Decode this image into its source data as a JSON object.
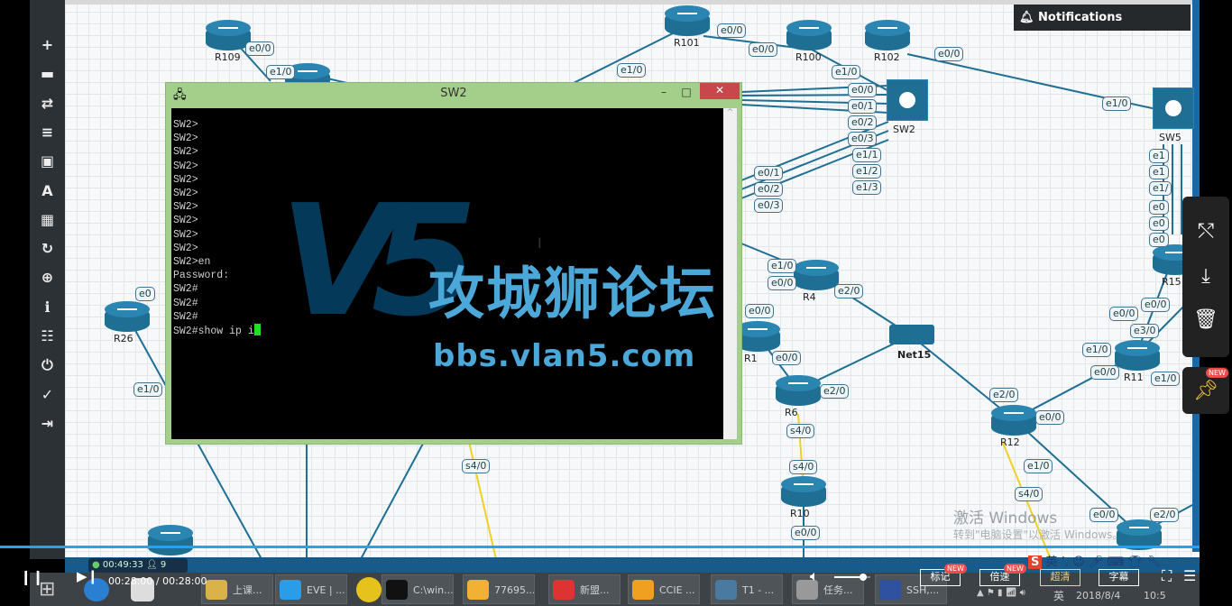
{
  "toolbar": {
    "icons": [
      "plus-icon",
      "server-icon",
      "transfer-icon",
      "list-icon",
      "image-icon",
      "text-icon",
      "grid-icon",
      "refresh-icon",
      "zoom-icon",
      "info-icon",
      "table-icon",
      "power-icon",
      "check-circle-icon",
      "logout-icon"
    ]
  },
  "nodes": {
    "routers": [
      "R109",
      "R101",
      "R100",
      "R102",
      "R26",
      "R4",
      "R1",
      "R6",
      "R10",
      "R12",
      "R11",
      "R15"
    ],
    "switches": [
      "SW2",
      "SW5"
    ],
    "networks": [
      "Net15"
    ]
  },
  "port_labels": [
    "e0/0",
    "e1/0",
    "e1/0",
    "e0/0",
    "e0/0",
    "e1/0",
    "e0/0",
    "e1/0",
    "e0/0",
    "e0/1",
    "e0/2",
    "e0/3",
    "e1/1",
    "e1/2",
    "e1/3",
    "e0/1",
    "e0/2",
    "e0/3",
    "e1",
    "e1",
    "e1/",
    "e0",
    "e0",
    "e0",
    "e1/0",
    "e0/0",
    "e2/0",
    "e0/0",
    "e0/0",
    "e2/0",
    "s4/0",
    "s4/0",
    "e0/0",
    "e2/0",
    "e0/0",
    "e1/0",
    "s4/0",
    "e0/0",
    "e1/0",
    "e0/0",
    "e2/0",
    "e3/0",
    "e1/0",
    "e1/0",
    "e0",
    "e0/0",
    "e0/0",
    "s4/0"
  ],
  "terminal": {
    "title": "SW2",
    "lines": [
      "SW2>",
      "SW2>",
      "SW2>",
      "SW2>",
      "SW2>",
      "SW2>",
      "SW2>",
      "SW2>",
      "SW2>",
      "SW2>",
      "SW2>en",
      "Password:",
      "SW2#",
      "SW2#",
      "SW2#"
    ],
    "current_input": "SW2#show ip i"
  },
  "watermark": {
    "logo": "V5",
    "site_name": "攻城狮论坛",
    "url": "bbs.vlan5.com"
  },
  "notifications": {
    "label": "Notifications"
  },
  "side_panel": {
    "icons": [
      "share-icon",
      "download-icon",
      "delete-icon",
      "pin-icon"
    ],
    "new_badge": "NEW"
  },
  "activation": {
    "line1": "激活 Windows",
    "line2": "转到\"电脑设置\"以激活 Windows。"
  },
  "session": {
    "elapsed": "00:49:33",
    "viewers": "9"
  },
  "player": {
    "time": "00:28:00 / 00:28:00",
    "volume": 0.8,
    "progress": 1.0,
    "buttons": [
      {
        "label": "标记",
        "badge": "NEW"
      },
      {
        "label": "倍速",
        "badge": "NEW"
      },
      {
        "label": "超清"
      },
      {
        "label": "字幕"
      }
    ],
    "accent": "#22a3f5"
  },
  "ime": {
    "lang": "英",
    "symbols": "’,"
  },
  "taskbar": {
    "items": [
      "上课...",
      "EVE | ...",
      "",
      "C:\\win...",
      "77695...",
      "新盟...",
      "CCIE ...",
      "T1 - ...",
      "任务...",
      "SSH,..."
    ],
    "tray_lang": "英",
    "time": "10:5",
    "date": "2018/8/4"
  }
}
